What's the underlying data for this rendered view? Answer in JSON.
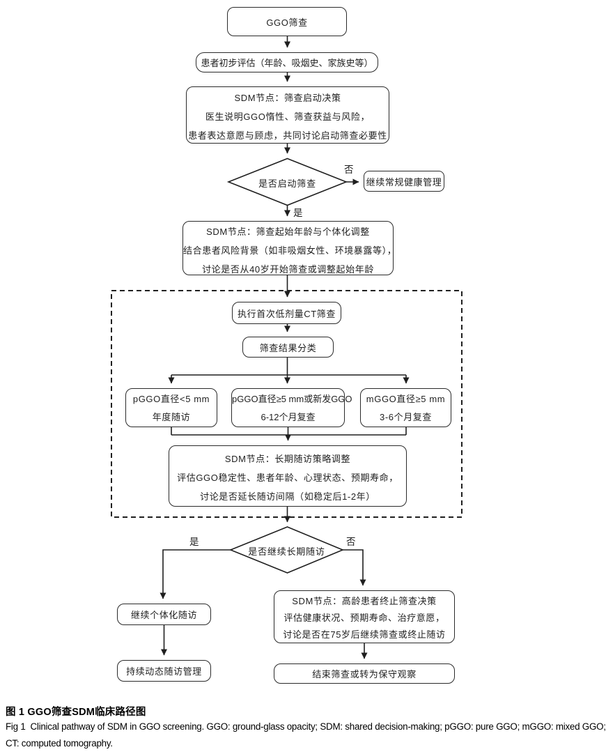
{
  "labels": {
    "yes": "是",
    "no": "否"
  },
  "flow": {
    "start": "GGO筛查",
    "initial_assessment": "患者初步评估（年龄、吸烟史、家族史等）",
    "sdm_start": {
      "l1": "SDM节点：筛查启动决策",
      "l2": "医生说明GGO惰性、筛查获益与风险，",
      "l3": "患者表达意愿与顾虑，共同讨论启动筛查必要性"
    },
    "decision_start": "是否启动筛查",
    "routine_care": "继续常规健康管理",
    "sdm_age": {
      "l1": "SDM节点：筛查起始年龄与个体化调整",
      "l2": "结合患者风险背景（如非吸烟女性、环境暴露等），",
      "l3": "讨论是否从40岁开始筛查或调整起始年龄"
    },
    "ldct": "执行首次低剂量CT筛查",
    "classification": "筛查结果分类",
    "branch_pggo_small": {
      "l1": "pGGO直径<5 mm",
      "l2": "年度随访"
    },
    "branch_pggo_large": {
      "l1": "pGGO直径≥5 mm或新发GGO",
      "l2": "6-12个月复查"
    },
    "branch_mggo": {
      "l1": "mGGO直径≥5 mm",
      "l2": "3-6个月复查"
    },
    "sdm_followup": {
      "l1": "SDM节点：长期随访策略调整",
      "l2": "评估GGO稳定性、患者年龄、心理状态、预期寿命，",
      "l3": "讨论是否延长随访间隔（如稳定后1-2年）"
    },
    "decision_continue": "是否继续长期随访",
    "continue_followup": "继续个体化随访",
    "dynamic_management": "持续动态随访管理",
    "sdm_stop": {
      "l1": "SDM节点：高龄患者终止筛查决策",
      "l2": "评估健康状况、预期寿命、治疗意愿，",
      "l3": "讨论是否在75岁后继续筛查或终止随访"
    },
    "end_screening": "结束筛查或转为保守观察"
  },
  "caption": {
    "zh": "图 1  GGO筛查SDM临床路径图",
    "en1": "Fig 1  Clinical pathway of SDM in GGO screening. GGO: ground-glass opacity; SDM: shared decision-making; pGGO: pure GGO; mGGO: mixed GGO;",
    "en2": "CT: computed tomography."
  }
}
